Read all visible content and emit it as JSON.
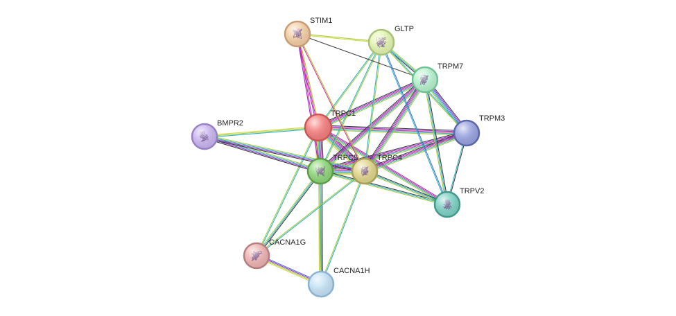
{
  "network": {
    "evidence_colors": {
      "black": "#3d3d3d",
      "purple": "#9b2fd6",
      "pink": "#d6338a",
      "blue": "#4b6bd6",
      "teal": "#2db3c7",
      "green": "#a3c93d",
      "yellow": "#d4d93a"
    },
    "nodes": [
      {
        "id": "STIM1",
        "label": "STIM1",
        "color": "#f5cfa8",
        "border": "#c89c74",
        "structure": true,
        "icon": "protein-structure-icon"
      },
      {
        "id": "GLTP",
        "label": "GLTP",
        "color": "#e4f5b2",
        "border": "#a9c27a",
        "structure": true,
        "icon": "protein-structure-icon"
      },
      {
        "id": "TRPM7",
        "label": "TRPM7",
        "color": "#b8f2cf",
        "border": "#6fc395",
        "structure": true,
        "icon": "protein-structure-icon"
      },
      {
        "id": "TRPC1",
        "label": "TRPC1",
        "color": "#f47f7f",
        "border": "#cc5555",
        "structure": false,
        "icon": ""
      },
      {
        "id": "BMPR2",
        "label": "BMPR2",
        "color": "#cbb6f0",
        "border": "#9680c6",
        "structure": true,
        "icon": "protein-structure-icon"
      },
      {
        "id": "TRPM3",
        "label": "TRPM3",
        "color": "#99a3e0",
        "border": "#5c66ad",
        "structure": false,
        "icon": ""
      },
      {
        "id": "TRPC5",
        "label": "TRPC5",
        "color": "#8fd67a",
        "border": "#5a9e48",
        "structure": true,
        "icon": "protein-structure-icon"
      },
      {
        "id": "TRPC4",
        "label": "TRPC4",
        "color": "#e1d68c",
        "border": "#aa9f57",
        "structure": true,
        "icon": "protein-structure-icon"
      },
      {
        "id": "TRPV2",
        "label": "TRPV2",
        "color": "#7fd1c4",
        "border": "#3f9a8c",
        "structure": true,
        "icon": "protein-structure-icon"
      },
      {
        "id": "CACNA1G",
        "label": "CACNA1G",
        "color": "#eeb3b3",
        "border": "#b77d7d",
        "structure": true,
        "icon": "protein-structure-icon"
      },
      {
        "id": "CACNA1H",
        "label": "CACNA1H",
        "color": "#c5e3f7",
        "border": "#8ab3d3",
        "structure": false,
        "icon": ""
      }
    ],
    "edges": [
      {
        "source": "TRPC1",
        "target": "TRPC5",
        "evidence": [
          "black",
          "purple",
          "pink",
          "blue",
          "teal",
          "green",
          "yellow"
        ]
      },
      {
        "source": "TRPC1",
        "target": "TRPC4",
        "evidence": [
          "black",
          "purple",
          "pink",
          "blue",
          "teal",
          "green",
          "yellow"
        ]
      },
      {
        "source": "TRPC5",
        "target": "TRPC4",
        "evidence": [
          "black",
          "purple",
          "pink",
          "blue",
          "teal",
          "green",
          "yellow"
        ]
      },
      {
        "source": "TRPC1",
        "target": "TRPM7",
        "evidence": [
          "black",
          "purple",
          "pink",
          "teal",
          "green"
        ]
      },
      {
        "source": "TRPC1",
        "target": "TRPM3",
        "evidence": [
          "black",
          "purple",
          "pink",
          "teal",
          "green"
        ]
      },
      {
        "source": "TRPC1",
        "target": "STIM1",
        "evidence": [
          "purple",
          "pink",
          "green"
        ]
      },
      {
        "source": "TRPC1",
        "target": "BMPR2",
        "evidence": [
          "teal",
          "green",
          "yellow"
        ]
      },
      {
        "source": "TRPC1",
        "target": "GLTP",
        "evidence": [
          "teal",
          "green"
        ]
      },
      {
        "source": "TRPC1",
        "target": "TRPV2",
        "evidence": [
          "purple",
          "pink",
          "teal",
          "green"
        ]
      },
      {
        "source": "TRPC1",
        "target": "CACNA1G",
        "evidence": [
          "teal",
          "green"
        ]
      },
      {
        "source": "TRPC1",
        "target": "CACNA1H",
        "evidence": [
          "teal",
          "green"
        ]
      },
      {
        "source": "TRPC5",
        "target": "TRPM7",
        "evidence": [
          "black",
          "purple",
          "pink",
          "teal",
          "green"
        ]
      },
      {
        "source": "TRPC5",
        "target": "TRPM3",
        "evidence": [
          "black",
          "purple",
          "pink",
          "teal",
          "green"
        ]
      },
      {
        "source": "TRPC5",
        "target": "TRPV2",
        "evidence": [
          "black",
          "teal",
          "green"
        ]
      },
      {
        "source": "TRPC5",
        "target": "BMPR2",
        "evidence": [
          "black",
          "purple",
          "teal",
          "green"
        ]
      },
      {
        "source": "TRPC5",
        "target": "CACNA1G",
        "evidence": [
          "black",
          "teal",
          "green"
        ]
      },
      {
        "source": "TRPC5",
        "target": "CACNA1H",
        "evidence": [
          "black",
          "teal",
          "green",
          "yellow"
        ]
      },
      {
        "source": "TRPC5",
        "target": "GLTP",
        "evidence": [
          "teal",
          "green"
        ]
      },
      {
        "source": "TRPC5",
        "target": "STIM1",
        "evidence": [
          "purple",
          "pink"
        ]
      },
      {
        "source": "TRPC4",
        "target": "TRPM7",
        "evidence": [
          "black",
          "purple",
          "pink",
          "teal",
          "green"
        ]
      },
      {
        "source": "TRPC4",
        "target": "TRPM3",
        "evidence": [
          "black",
          "purple",
          "pink",
          "teal",
          "green"
        ]
      },
      {
        "source": "TRPC4",
        "target": "TRPV2",
        "evidence": [
          "black",
          "teal",
          "green"
        ]
      },
      {
        "source": "TRPC4",
        "target": "BMPR2",
        "evidence": [
          "black",
          "purple",
          "teal",
          "green"
        ]
      },
      {
        "source": "TRPC4",
        "target": "CACNA1G",
        "evidence": [
          "teal",
          "green"
        ]
      },
      {
        "source": "TRPC4",
        "target": "CACNA1H",
        "evidence": [
          "teal",
          "green"
        ]
      },
      {
        "source": "TRPC4",
        "target": "GLTP",
        "evidence": [
          "teal",
          "green"
        ]
      },
      {
        "source": "TRPC4",
        "target": "STIM1",
        "evidence": [
          "pink",
          "green"
        ]
      },
      {
        "source": "TRPM7",
        "target": "TRPM3",
        "evidence": [
          "black",
          "purple",
          "blue",
          "teal",
          "green"
        ]
      },
      {
        "source": "TRPM7",
        "target": "TRPV2",
        "evidence": [
          "black",
          "teal",
          "green"
        ]
      },
      {
        "source": "TRPM7",
        "target": "GLTP",
        "evidence": [
          "black",
          "teal",
          "green"
        ]
      },
      {
        "source": "TRPM7",
        "target": "STIM1",
        "evidence": [
          "black"
        ]
      },
      {
        "source": "TRPM3",
        "target": "TRPV2",
        "evidence": [
          "black",
          "teal"
        ]
      },
      {
        "source": "GLTP",
        "target": "TRPV2",
        "evidence": [
          "blue",
          "teal"
        ]
      },
      {
        "source": "GLTP",
        "target": "TRPM3",
        "evidence": [
          "teal",
          "green"
        ]
      },
      {
        "source": "STIM1",
        "target": "GLTP",
        "evidence": [
          "green",
          "yellow"
        ]
      },
      {
        "source": "CACNA1G",
        "target": "CACNA1H",
        "evidence": [
          "blue",
          "purple",
          "green",
          "yellow"
        ]
      }
    ]
  }
}
